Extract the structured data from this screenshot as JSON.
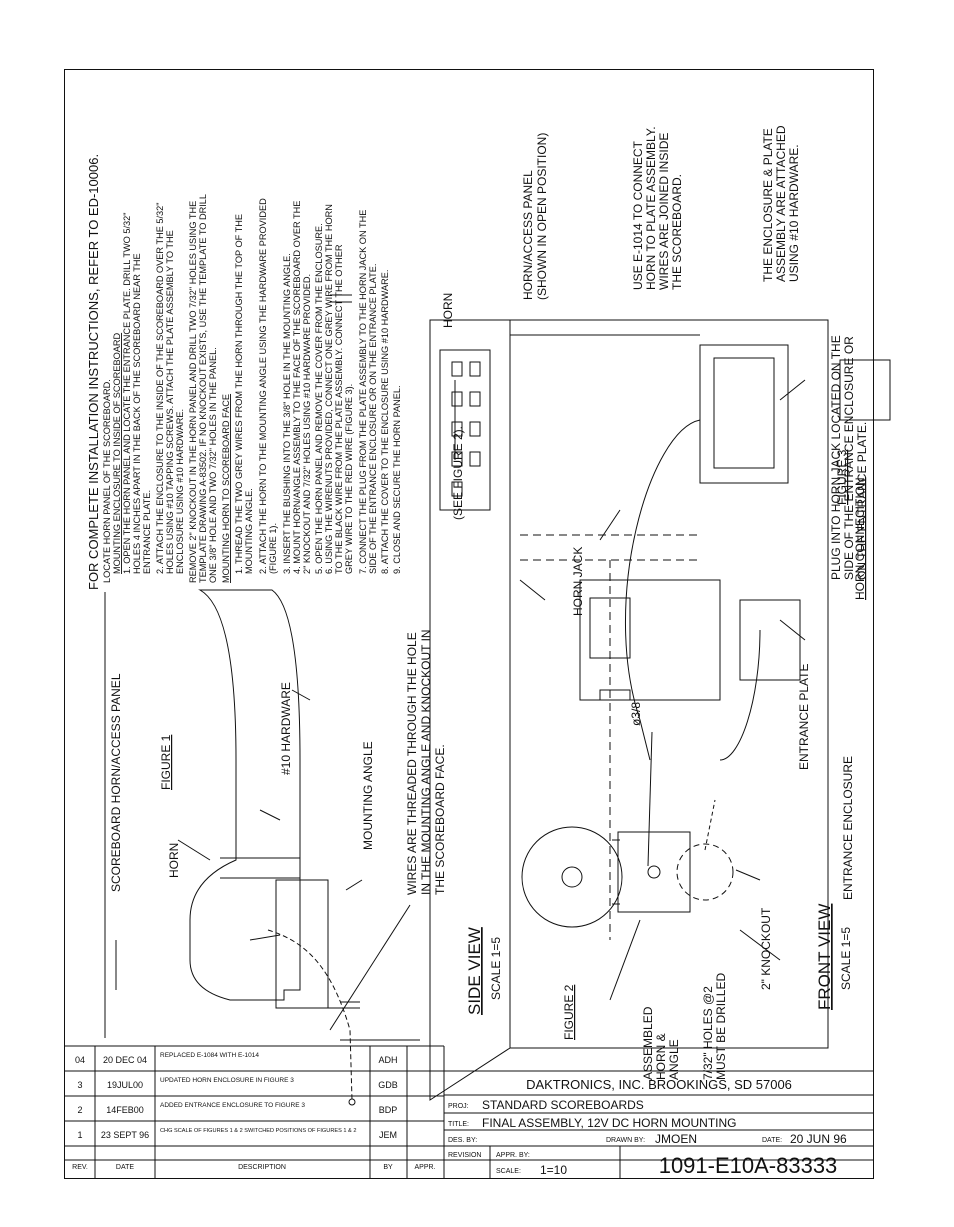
{
  "title_block": {
    "company": "DAKTRONICS, INC.   BROOKINGS, SD 57006",
    "proj_label": "PROJ:",
    "proj": "STANDARD SCOREBOARDS",
    "title_label": "TITLE:",
    "title": "FINAL ASSEMBLY, 12V DC HORN MOUNTING",
    "des_by_label": "DES. BY:",
    "drawn_by_label": "DRAWN BY:",
    "drawn_by": "JMOEN",
    "date_label": "DATE:",
    "date": "20 JUN 96",
    "revision_label": "REVISION",
    "appr_by_label": "APPR. BY:",
    "scale_label": "SCALE:",
    "scale": "1=10",
    "drawing_number": "1091-E10A-83333"
  },
  "revisions": {
    "headers": [
      "REV.",
      "DATE",
      "DESCRIPTION",
      "BY",
      "APPR."
    ],
    "rows": [
      {
        "rev": "04",
        "date": "20 DEC 04",
        "desc": "REPLACED E-1084 WITH E-1014",
        "by": "ADH"
      },
      {
        "rev": "3",
        "date": "19JUL00",
        "desc": "UPDATED HORN ENCLOSURE IN FIGURE 3",
        "by": "GDB"
      },
      {
        "rev": "2",
        "date": "14FEB00",
        "desc": "ADDED ENTRANCE ENCLOSURE TO FIGURE 3",
        "by": "BDP"
      },
      {
        "rev": "1",
        "date": "23 SEPT 96",
        "desc": "CHG SCALE OF FIGURES 1 & 2 SWITCHED POSITIONS OF FIGURES 1 & 2",
        "by": "JEM"
      }
    ]
  },
  "notes": [
    "FOR COMPLETE INSTALLATION INSTRUCTIONS, REFER TO ED-10006.",
    "LOCATE HORN PANEL OF THE SCOREBOARD.",
    "MOUNTING ENCLOSURE TO INSIDE OF SCOREBOARD",
    "1.  OPEN THE HORN PANEL AND LOCATE THE ENTRANCE PLATE.  DRILL TWO 5/32\"",
    "     HOLES 4 INCHES APART IN THE BACK OF THE SCOREBOARD NEAR THE",
    "     ENTRANCE PLATE.",
    "2.  ATTACH THE ENCLOSURE TO THE INSIDE OF THE SCOREBOARD OVER THE 5/32\"",
    "     HOLES USING #10 TAPPING SCREWS.  ATTACH THE PLATE ASSEMBLY TO THE",
    "     ENCLOSURE USING #10 HARDWARE.",
    "REMOVE 2\" KNOCKOUT IN THE HORN PANEL AND DRILL TWO 7/32\" HOLES USING THE",
    "TEMPLATE DRAWING A-83502.  IF NO KNOCKOUT EXISTS, USE THE TEMPLATE TO DRILL",
    "ONE 3/8\" HOLE AND TWO 7/32\" HOLES IN THE PANEL.",
    "MOUNTING HORN TO SCOREBOARD FACE",
    "1.  THREAD THE TWO GREY WIRES FROM THE HORN THROUGH THE TOP OF THE",
    "     MOUNTING ANGLE.",
    "2.  ATTACH THE HORN TO THE MOUNTING ANGLE USING THE HARDWARE PROVIDED",
    "     (FIGURE 1).",
    "3.  INSERT THE BUSHING INTO THE 3/8\" HOLE IN THE MOUNTING ANGLE.",
    "4.  MOUNT HORN/ANGLE ASSEMBLY TO THE FACE OF THE SCOREBOARD OVER THE",
    "     2\" KNOCKOUT AND 7/32\" HOLES USING #10 HARDWARE PROVIDED.",
    "5.  OPEN THE HORN PANEL AND REMOVE THE COVER FROM THE ENCLOSURE.",
    "6.  USING THE WIRENUTS PROVIDED, CONNECT ONE GREY WIRE FROM THE HORN",
    "     TO THE BLACK WIRE FROM THE PLATE ASSEMBLY.  CONNECT THE OTHER",
    "     GREY WIRE TO THE RED WIRE (FIGURE 3).",
    "7.  CONNECT THE PLUG FROM THE PLATE ASSEMBLY TO THE HORN JACK ON THE",
    "     SIDE OF THE ENTRANCE ENCLOSURE OR ON THE ENTRANCE PLATE.",
    "8.  ATTACH THE COVER TO THE ENCLOSURE USING #10 HARDWARE.",
    "9.  CLOSE AND SECURE THE HORN PANEL."
  ],
  "labels": {
    "scoreboard_panel": "SCOREBOARD HORN/ACCESS PANEL",
    "figure1": "FIGURE 1",
    "horn": "HORN",
    "hardware10": "#10 HARDWARE",
    "mounting_angle": "MOUNTING ANGLE",
    "wires_1": "WIRES ARE THREADED THROUGH THE HOLE",
    "wires_2": "IN THE MOUNTING ANGLE AND KNOCKOUT IN",
    "wires_3": "THE SCOREBOARD FACE.",
    "side_view": "SIDE VIEW",
    "side_scale": "SCALE 1=5",
    "see_figure2": "(SEE FIGURE 2).",
    "horn_top": "HORN",
    "horn_access_1": "HORN/ACCESS PANEL",
    "horn_access_2": "(SHOWN IN OPEN POSITION)",
    "use_e1014_1": "USE E-1014 TO CONNECT",
    "use_e1014_2": "HORN TO PLATE ASSEMBLY.",
    "use_e1014_3": "WIRES ARE JOINED INSIDE",
    "use_e1014_4": "THE SCOREBOARD.",
    "enclosure_1": "THE ENCLOSURE & PLATE",
    "enclosure_2": "ASSEMBLY ARE ATTACHED",
    "enclosure_3": "USING #10 HARDWARE.",
    "plug_1": "PLUG INTO HORN JACK LOCATED ON THE",
    "plug_2": "SIDE OF THE ENTRANCE ENCLOSURE OR",
    "plug_3": "ON THE ENTRANCE PLATE.",
    "figure3": "FIGURE 3",
    "horn_connection": "HORN CONNECITION",
    "horn_jack": "HORN JACK",
    "entrance_plate": "ENTRANCE PLATE",
    "entrance_enclosure": "ENTRANCE ENCLOSURE",
    "dia_3_8": "ø3/8",
    "figure2": "FIGURE 2",
    "assembled_1": "ASSEMBLED",
    "assembled_2": "HORN &",
    "assembled_3": "ANGLE",
    "holes_1": "7/32\" HOLES @2",
    "holes_2": "MUST BE DRILLED",
    "knockout": "2\" KNOCKOUT",
    "front_view": "FRONT VIEW",
    "front_scale": "SCALE 1=5"
  }
}
